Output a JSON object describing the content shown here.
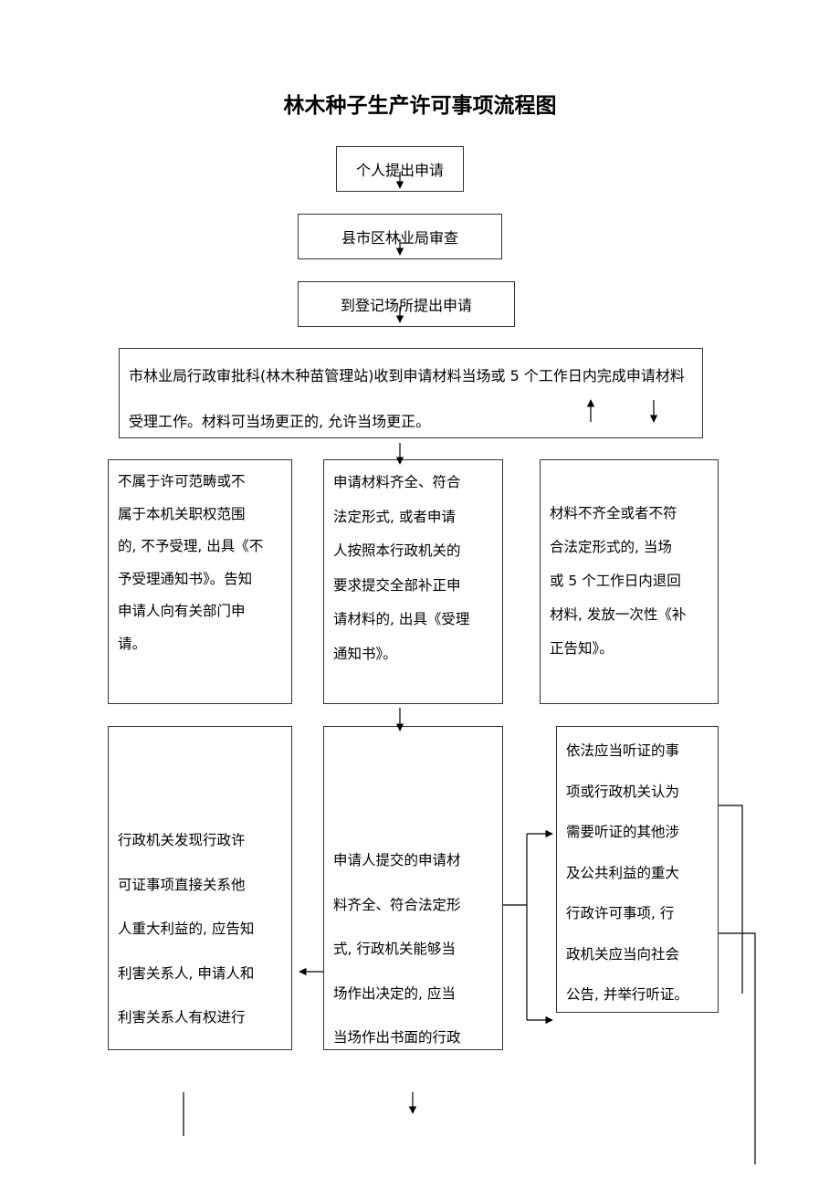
{
  "title": "林木种子生产许可事项流程图",
  "steps": {
    "apply": "个人提出申请",
    "county_review": "县市区林业局审查",
    "registration_apply": "到登记场所提出申请",
    "bureau_accept": "市林业局行政审批科(林木种苗管理站)收到申请材料当场或 5 个工作日内完成申请材料受理工作。材料可当场更正的, 允许当场更正。"
  },
  "branches": {
    "reject": "不属于许可范畴或不\n属于本机关职权范围\n的, 不予受理, 出具《不\n予受理通知书》。告知\n申请人向有关部门申\n请。",
    "accept": "申请材料齐全、符合\n法定形式, 或者申请\n人按照本行政机关的\n要求提交全部补正申\n请材料的, 出具《受理\n通知书》。",
    "supplement": "材料不齐全或者不符\n合法定形式的, 当场\n或 5 个工作日内退回\n材料, 发放一次性《补\n正告知》。"
  },
  "stage2": {
    "stakeholder": "行政机关发现行政许\n可证事项直接关系他\n人重大利益的, 应告知\n利害关系人, 申请人和\n利害关系人有权进行\n陈述和申辩。行政机关",
    "on_spot_decision": "申请人提交的申请材\n料齐全、符合法定形\n式, 行政机关能够当\n场作出决定的, 应当\n当场作出书面的行政",
    "hearing": "依法应当听证的事\n项或行政机关认为\n需要听证的其他涉\n及公共利益的重大\n行政许可事项, 行\n政机关应当向社会\n公告, 并举行听证。"
  }
}
